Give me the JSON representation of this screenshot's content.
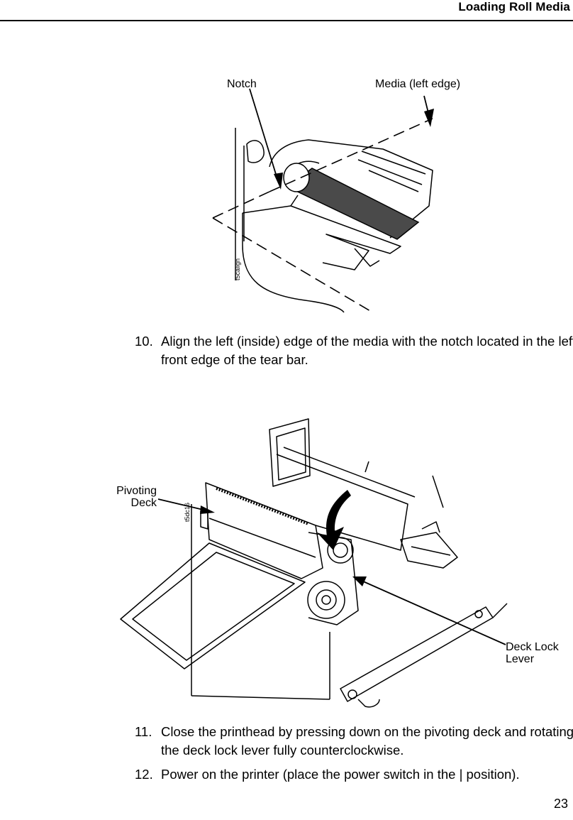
{
  "header": {
    "title": "Loading Roll Media"
  },
  "figure1": {
    "callouts": {
      "notch": "Notch",
      "media": "Media (left edge)"
    },
    "tag": "t5calign"
  },
  "steps": [
    {
      "number": "10.",
      "text": "Align the left (inside) edge of the media with the notch located in the left front edge of the tear bar."
    },
    {
      "number": "11.",
      "text": "Close the printhead by pressing down on the pivoting deck and rotating the deck lock lever fully counterclockwise."
    },
    {
      "number": "12.",
      "text": "Power on the printer (place the power switch in the | position)."
    }
  ],
  "figure2": {
    "callouts": {
      "pivoting_deck_line1": "Pivoting",
      "pivoting_deck_line2": "Deck",
      "deck_lock_line1": "Deck Lock",
      "deck_lock_line2": "Lever"
    },
    "tag": "t5dc16"
  },
  "footer": {
    "page_number": "23"
  }
}
